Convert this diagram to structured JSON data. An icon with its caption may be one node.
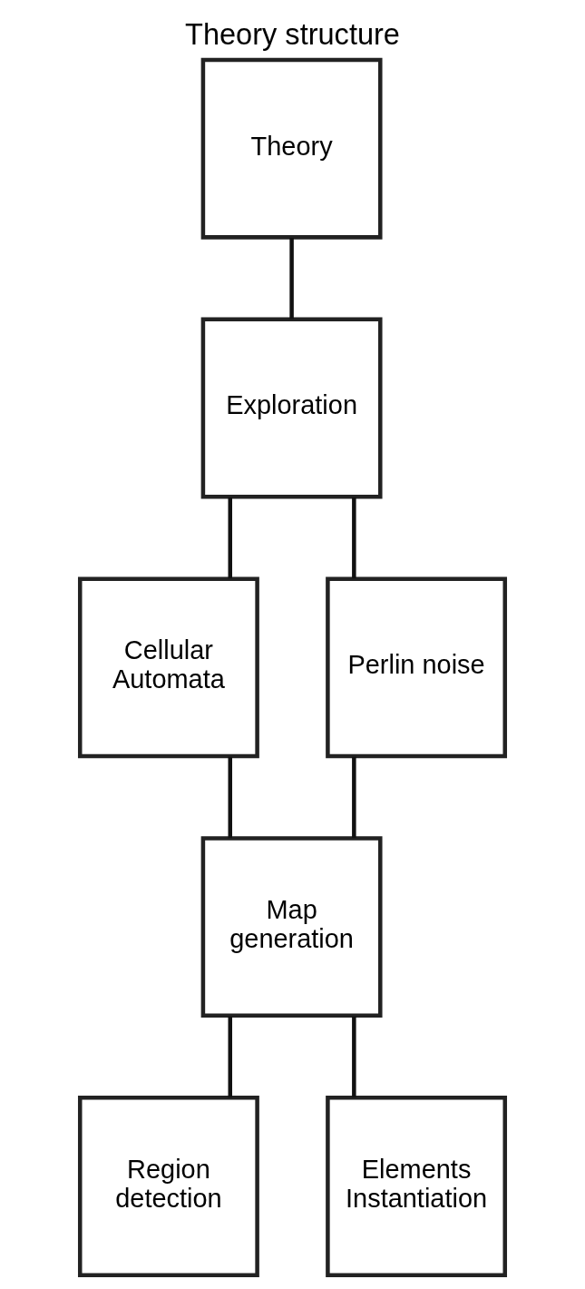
{
  "diagram": {
    "title": "Theory structure",
    "nodes": [
      {
        "text": [
          "Theory"
        ]
      },
      {
        "text": [
          "Exploration"
        ]
      },
      {
        "text": [
          "Cellular Automata"
        ]
      },
      {
        "text": [
          "Perlin noise"
        ]
      },
      {
        "text": [
          "Map generation"
        ]
      },
      {
        "text": [
          "Region detection"
        ]
      },
      {
        "text": [
          "Elements Instantiation"
        ]
      }
    ],
    "edges": [
      {
        "from": 0,
        "to": 1,
        "arrow": "none"
      },
      {
        "from": 1,
        "to": 2,
        "arrow": "none"
      },
      {
        "from": 1,
        "to": 3,
        "arrow": "none"
      },
      {
        "from": 2,
        "to": 4,
        "arrow": "none"
      },
      {
        "from": 3,
        "to": 4,
        "arrow": "none"
      },
      {
        "from": 4,
        "to": 5,
        "arrow": "none"
      },
      {
        "from": 4,
        "to": 6,
        "arrow": "none"
      }
    ]
  }
}
